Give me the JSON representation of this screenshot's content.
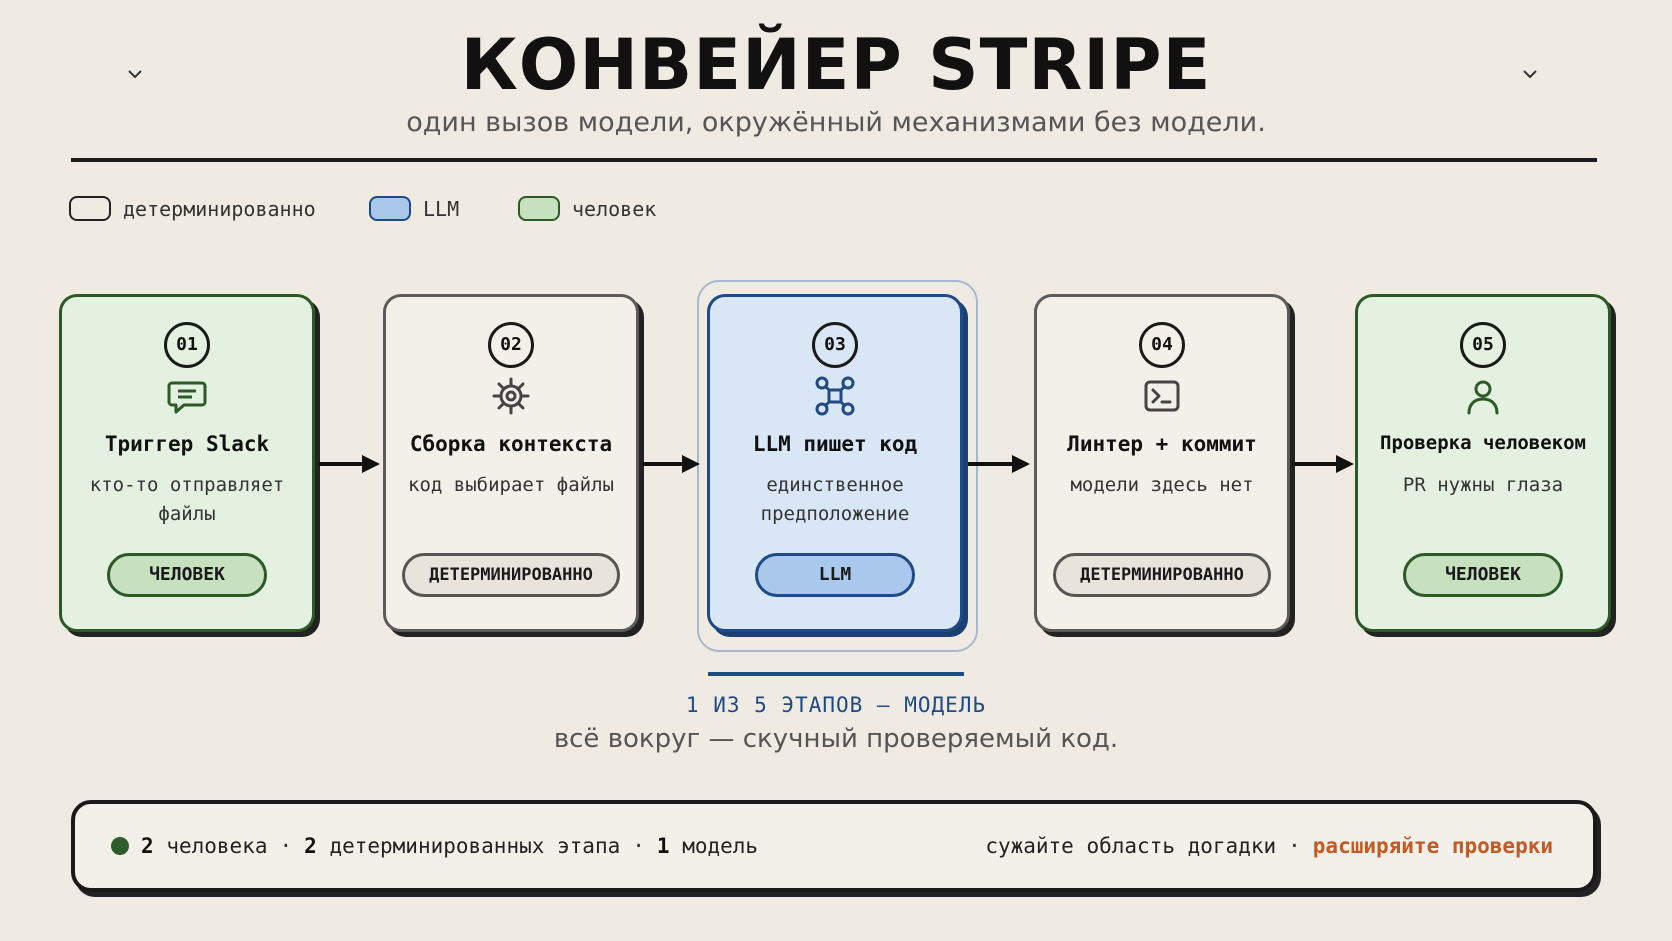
{
  "header": {
    "title": "КОНВЕЙЕР STRIPE",
    "subtitle": "один вызов модели, окружённый механизмами без модели."
  },
  "legend": [
    {
      "label": "детерминированно",
      "color": "#efebe3"
    },
    {
      "label": "LLM",
      "color": "#a9c8ec"
    },
    {
      "label": "человек",
      "color": "#c6e0c0"
    }
  ],
  "stages": [
    {
      "num": "01",
      "title": "Триггер Slack",
      "desc": "кто-то отправляет файлы",
      "badge": "ЧЕЛОВЕК",
      "icon": "chat-icon"
    },
    {
      "num": "02",
      "title": "Сборка контекста",
      "desc": "код выбирает файлы",
      "badge": "ДЕТЕРМИНИРОВАННО",
      "icon": "gear-icon"
    },
    {
      "num": "03",
      "title": "LLM пишет код",
      "desc": "единственное предположение",
      "badge": "LLM",
      "icon": "network-icon"
    },
    {
      "num": "04",
      "title": "Линтер + коммит",
      "desc": "модели здесь нет",
      "badge": "ДЕТЕРМИНИРОВАННО",
      "icon": "terminal-icon"
    },
    {
      "num": "05",
      "title": "Проверка человеком",
      "desc": "PR нужны глаза",
      "badge": "ЧЕЛОВЕК",
      "icon": "user-icon"
    }
  ],
  "caption": {
    "main": "1 ИЗ 5 ЭТАПОВ — МОДЕЛЬ",
    "sub": "всё вокруг — скучный проверяемый код."
  },
  "footer": {
    "count_human": "2",
    "label_human": "человека",
    "count_det": "2",
    "label_det": "детерминированных этапа",
    "count_model": "1",
    "label_model": "модель",
    "tip_narrow": "сужайте область догадки",
    "tip_expand": "расширяйте проверки",
    "separator": "·"
  },
  "colors": {
    "human": "#2c5a25",
    "llm": "#1e4a86",
    "accent": "#c45a22"
  }
}
